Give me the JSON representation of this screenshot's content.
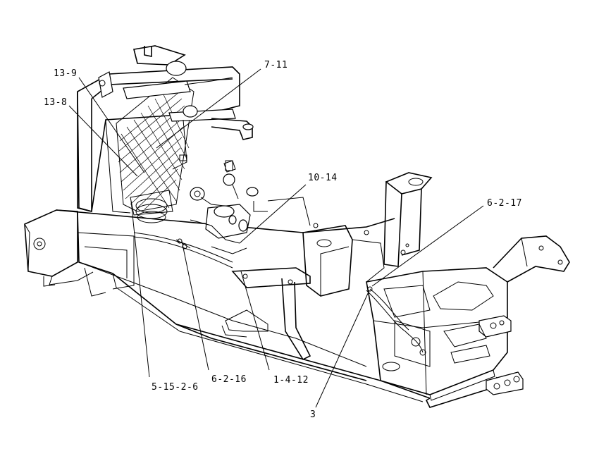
{
  "callouts": [
    {
      "id": "c-13-9",
      "text": "13-9"
    },
    {
      "id": "c-13-8",
      "text": "13-8"
    },
    {
      "id": "c-7-11",
      "text": "7-11"
    },
    {
      "id": "c-10-14",
      "text": "10-14"
    },
    {
      "id": "c-6-2-17",
      "text": "6-2-17"
    },
    {
      "id": "c-5-15-2-6",
      "text": "5-15-2-6"
    },
    {
      "id": "c-6-2-16",
      "text": "6-2-16"
    },
    {
      "id": "c-1-4-12",
      "text": "1-4-12"
    },
    {
      "id": "c-3",
      "text": "3"
    }
  ]
}
